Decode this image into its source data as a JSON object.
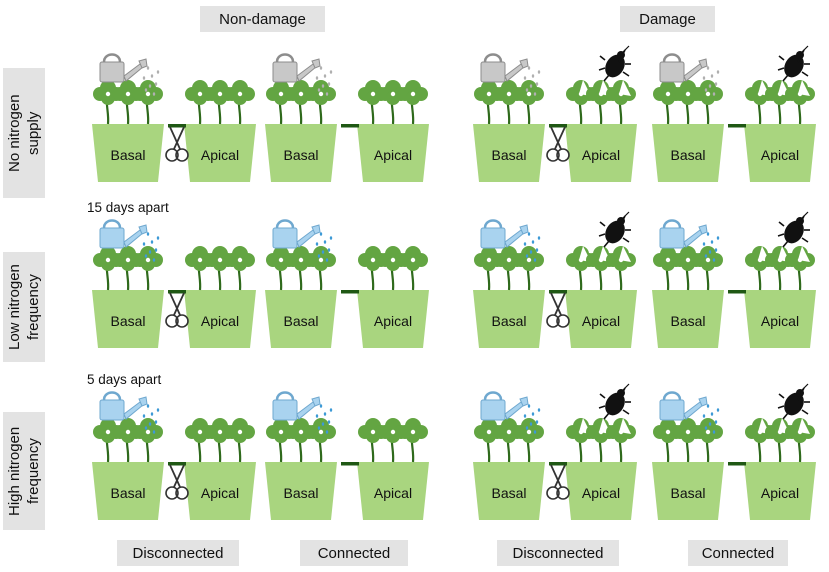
{
  "headers": {
    "non_damage": "Non-damage",
    "damage": "Damage"
  },
  "rows": [
    {
      "label": "No nitrogen supply",
      "note": "",
      "can": "grey"
    },
    {
      "label": "Low nitrogen frequency",
      "note": "15 days apart",
      "can": "blue"
    },
    {
      "label": "High nitrogen frequency",
      "note": "5 days apart",
      "can": "blue"
    }
  ],
  "columns": [
    {
      "label": "Disconnected",
      "group": "non_damage",
      "connection": "disconnected",
      "damage": false
    },
    {
      "label": "Connected",
      "group": "non_damage",
      "connection": "connected",
      "damage": false
    },
    {
      "label": "Disconnected",
      "group": "damage",
      "connection": "disconnected",
      "damage": true
    },
    {
      "label": "Connected",
      "group": "damage",
      "connection": "connected",
      "damage": true
    }
  ],
  "pots": {
    "basal": "Basal",
    "apical": "Apical"
  },
  "colors": {
    "pot": "#a9d57f",
    "leaf": "#63a542",
    "stem": "#2f6a1c",
    "stolon": "#1f5814",
    "pill": "#e3e3e3",
    "can_grey": "#c8c8c8",
    "can_blue": "#a9d3ef",
    "water": "#3d9ad6",
    "beetle": "#111111"
  },
  "icons": [
    "watering-can-icon",
    "water-drops-icon",
    "scissors-icon",
    "beetle-icon",
    "plant-icon",
    "pot-icon",
    "stolon-connector-icon"
  ]
}
